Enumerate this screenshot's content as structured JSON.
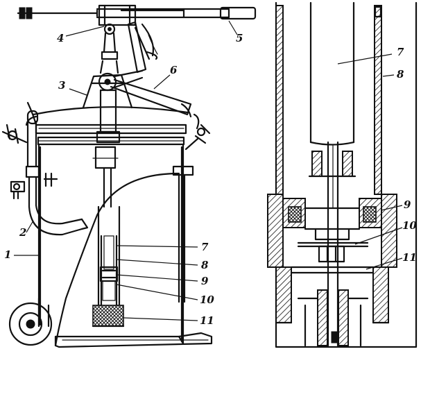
{
  "labels": {
    "left": [
      "1",
      "2",
      "3",
      "4",
      "5",
      "6",
      "7",
      "8",
      "9",
      "10",
      "11"
    ],
    "right": [
      "7",
      "8",
      "9",
      "10",
      "11"
    ]
  }
}
